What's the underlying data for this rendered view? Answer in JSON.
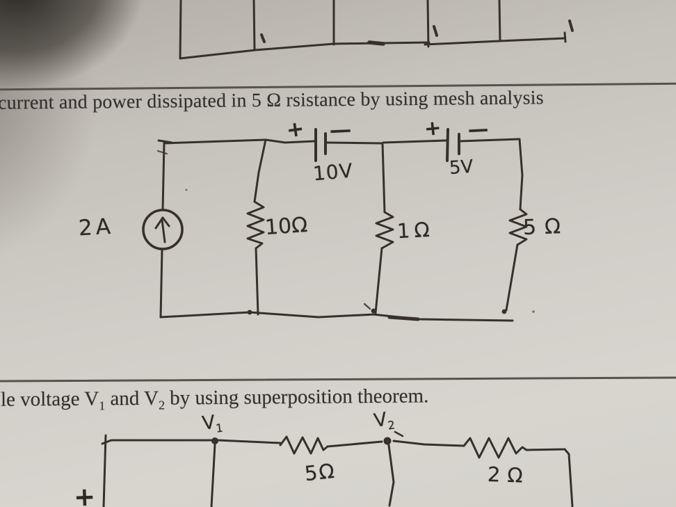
{
  "captions": {
    "mesh": "current and power dissipated in 5 Ω rsistance by using mesh analysis",
    "superposition": {
      "p1": "le voltage V",
      "s1": "1",
      "p2": " and V",
      "s2": "2",
      "p3": " by using superposition theorem."
    }
  },
  "mesh_circuit": {
    "current_source_value": "2A",
    "battery_10v": {
      "plus": "+",
      "minus": "−",
      "value": "10V"
    },
    "battery_5v": {
      "plus": "+",
      "minus": "−",
      "value": "5V"
    },
    "resistor_10ohm": "10Ω",
    "resistor_1ohm": "1Ω",
    "resistor_5ohm": "5Ω"
  },
  "superposition_circuit": {
    "node_v1": {
      "base": "V",
      "sub": "1"
    },
    "node_v2": {
      "base": "V",
      "sub": "2"
    },
    "resistor_5ohm": "5Ω",
    "resistor_2ohm": "2Ω",
    "terminal_plus": "+"
  },
  "colors": {
    "ink": "#36312a",
    "paper": "#d0cdc7",
    "rule": "#57534b"
  }
}
